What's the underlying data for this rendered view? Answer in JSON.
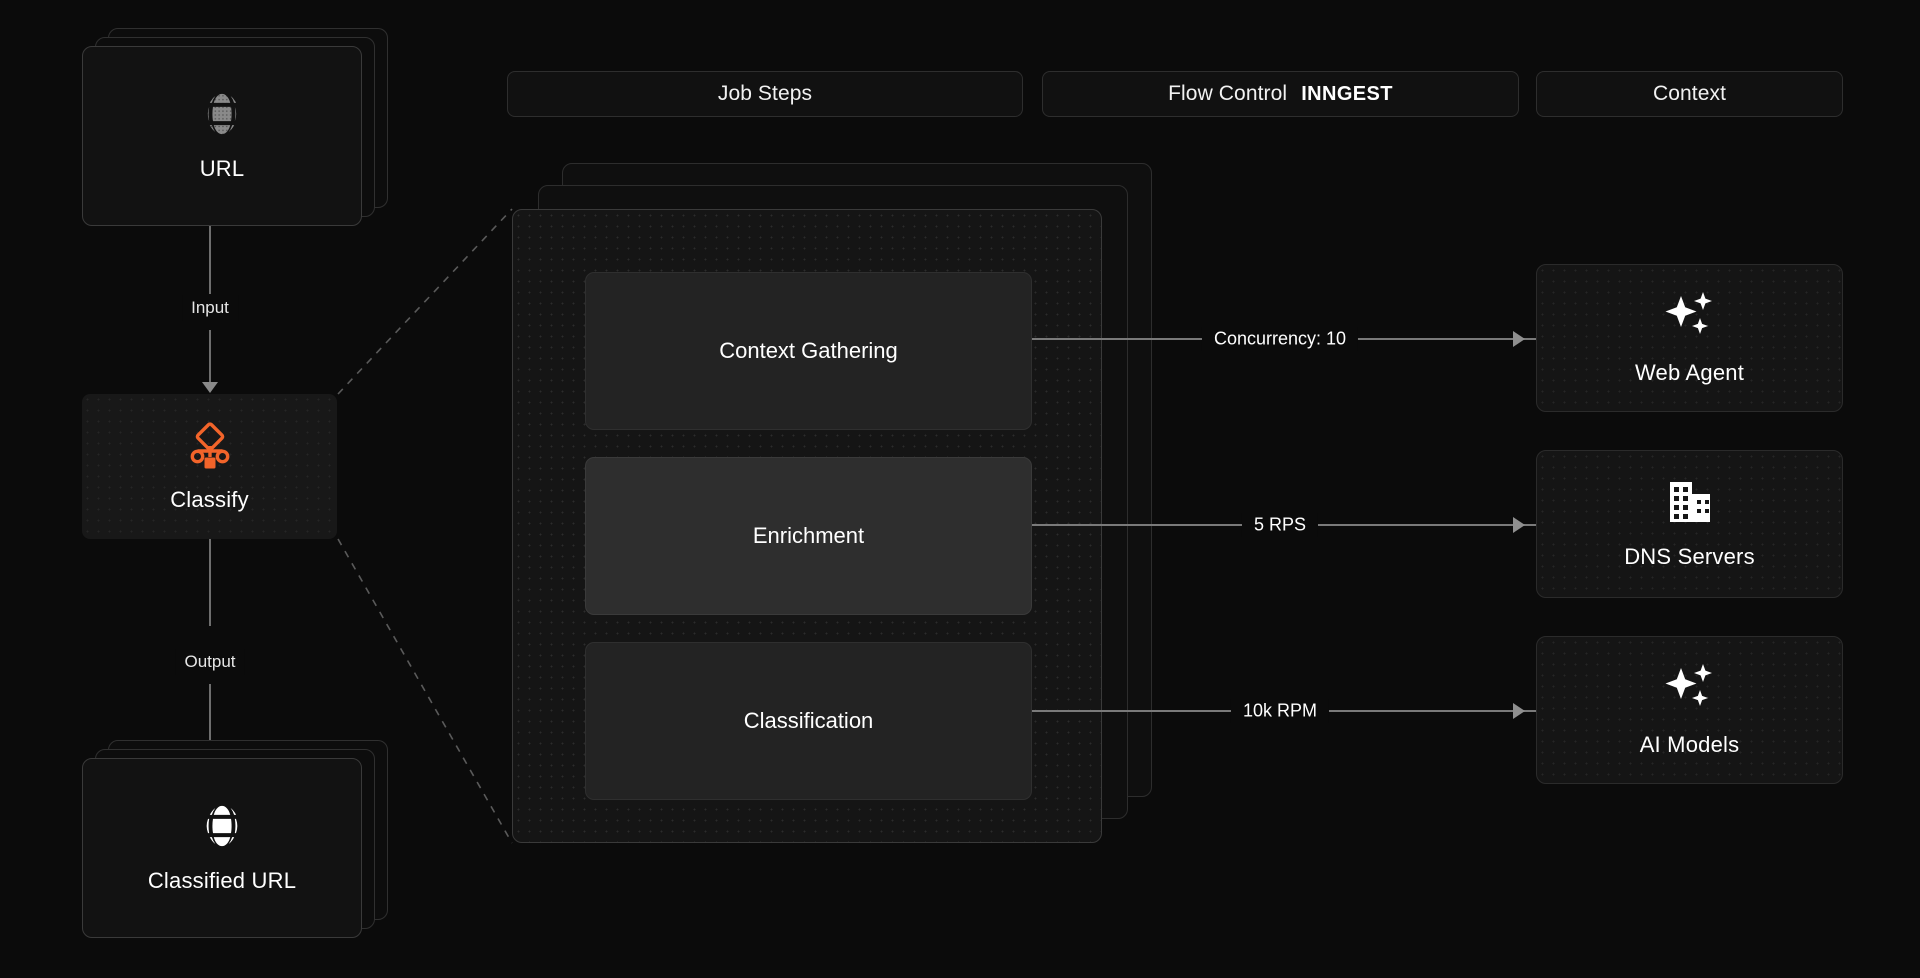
{
  "header": {
    "tabs": [
      {
        "label": "Job Steps",
        "name": "job-steps"
      },
      {
        "label": "Flow Control",
        "name": "flow-control",
        "brand": "INNGEST"
      },
      {
        "label": "Context",
        "name": "context"
      }
    ]
  },
  "pipeline": {
    "input_node": {
      "label": "URL",
      "icon": "globe-icon"
    },
    "input_edge_label": "Input",
    "process_node": {
      "label": "Classify",
      "icon": "workflow-branch-icon",
      "accent": "#F2642A"
    },
    "output_edge_label": "Output",
    "output_node": {
      "label": "Classified URL",
      "icon": "globe-icon"
    }
  },
  "job_steps": {
    "steps": [
      {
        "label": "Context Gathering",
        "active": false
      },
      {
        "label": "Enrichment",
        "active": true
      },
      {
        "label": "Classification",
        "active": false
      }
    ]
  },
  "flow_control": {
    "connections": [
      {
        "label": "Concurrency: 10",
        "from": "Context Gathering",
        "to": "Web Agent"
      },
      {
        "label": "5 RPS",
        "from": "Enrichment",
        "to": "DNS Servers"
      },
      {
        "label": "10k RPM",
        "from": "Classification",
        "to": "AI Models"
      }
    ]
  },
  "context": {
    "cards": [
      {
        "label": "Web Agent",
        "icon": "sparkles-icon"
      },
      {
        "label": "DNS Servers",
        "icon": "building-icon"
      },
      {
        "label": "AI Models",
        "icon": "sparkles-icon"
      }
    ]
  },
  "colors": {
    "background": "#0b0b0b",
    "card": "#151515",
    "card_active": "#2e2e2e",
    "border": "#2e2e2e",
    "text": "#ffffff",
    "accent": "#F2642A",
    "connector": "#7a7a7a"
  }
}
